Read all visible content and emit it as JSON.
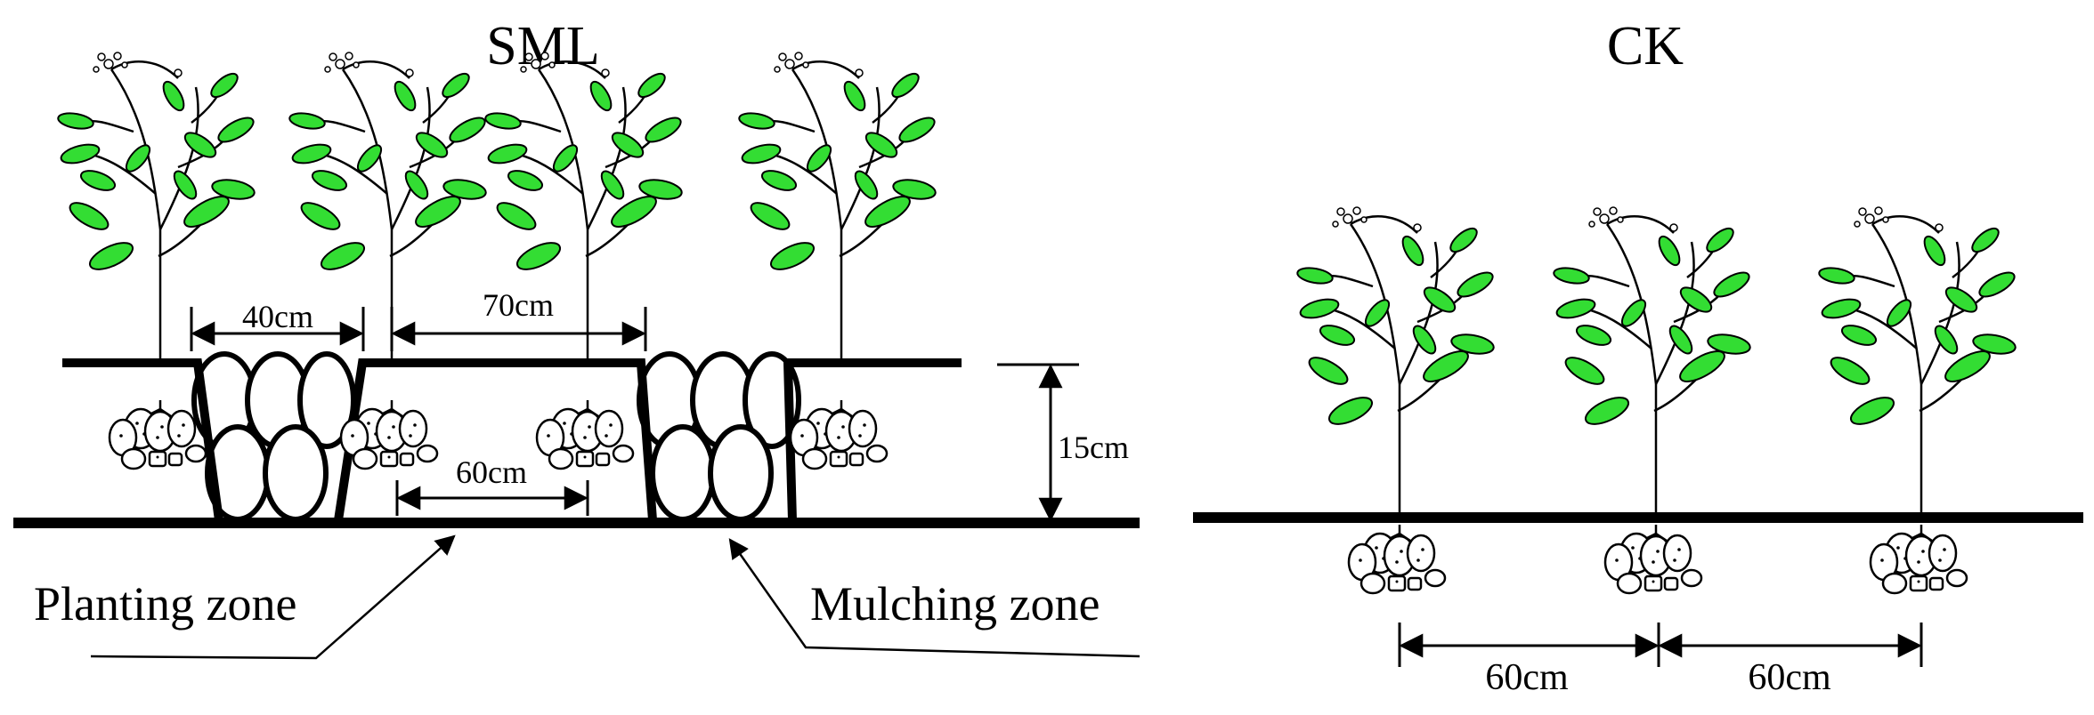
{
  "sml": {
    "title": "SML",
    "dims": {
      "bed": "40cm",
      "spacing": "70cm",
      "row": "60cm",
      "depth": "15cm"
    },
    "labels": {
      "planting_zone": "Planting zone",
      "mulching_zone": "Mulching zone"
    }
  },
  "ck": {
    "title": "CK",
    "dims": {
      "left": "60cm",
      "right": "60cm"
    }
  },
  "colors": {
    "leaf": "#33dd33",
    "line": "#000000",
    "background": "#ffffff"
  },
  "icons": [
    "potato-plant-icon",
    "tuber-cluster-icon",
    "mulch-straw-bundle-icon",
    "arrow-icon"
  ]
}
